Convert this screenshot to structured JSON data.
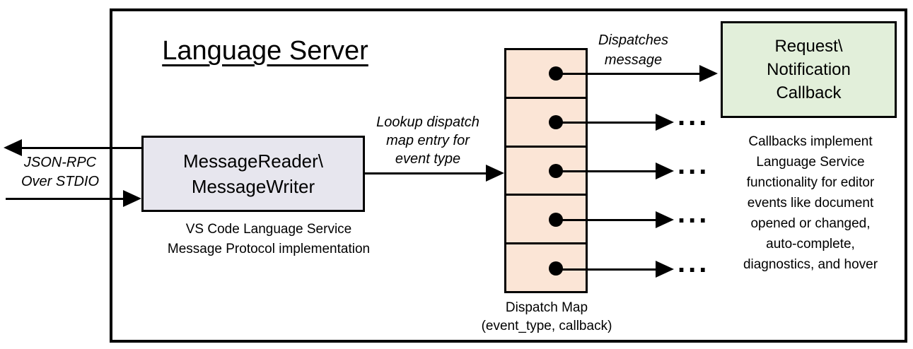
{
  "title": "Language Server",
  "io": {
    "label": "JSON-RPC\nOver STDIO"
  },
  "reader": {
    "box_label": "MessageReader\\\nMessageWriter",
    "caption": "VS Code Language Service\nMessage Protocol implementation"
  },
  "lookup": {
    "label": "Lookup dispatch\nmap entry for\nevent type"
  },
  "dispatch": {
    "label": "Dispatches\nmessage",
    "map_caption": "Dispatch Map\n(event_type, callback)",
    "row_count": 5,
    "ellipsis": "..."
  },
  "callback": {
    "box_label": "Request\\\nNotification\nCallback",
    "note": "Callbacks implement\nLanguage Service\nfunctionality for editor\nevents like document\nopened or changed,\nauto-complete,\ndiagnostics, and hover"
  },
  "colors": {
    "line": "#000000",
    "reader_fill": "#E7E6EE",
    "map_fill": "#FBE5D6",
    "callback_fill": "#E2EFDA"
  }
}
